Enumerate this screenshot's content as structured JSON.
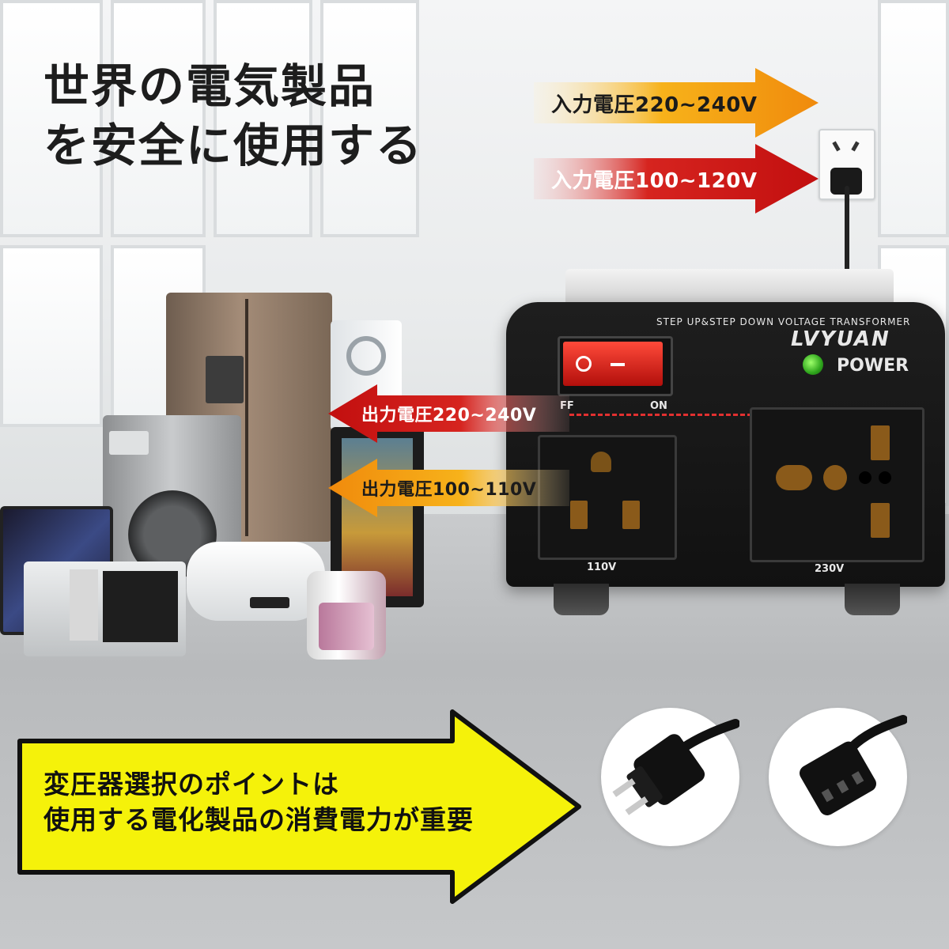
{
  "headline": {
    "line1": "世界の電気製品",
    "line2": "を安全に使用する"
  },
  "input_arrows": [
    {
      "label": "入力電圧220~240V",
      "color": "#f59a12"
    },
    {
      "label": "入力電圧100~120V",
      "color": "#d71a1a"
    }
  ],
  "output_arrows": [
    {
      "label": "出力電圧220~240V",
      "color": "#d71a1a"
    },
    {
      "label": "出力電圧100~110V",
      "color": "#f59a12"
    }
  ],
  "transformer": {
    "model_line": "STEP UP&STEP DOWN VOLTAGE TRANSFORMER",
    "brand": "LVYUAN",
    "power_label": "POWER",
    "switch_off_label": "FF",
    "switch_on_label": "ON",
    "socket_left_label": "110V",
    "socket_right_label": "230V"
  },
  "banner": {
    "line1": "変圧器選択のポイントは",
    "line2": "使用する電化製品の消費電力が重要",
    "arrow_color": "#f5f20a"
  },
  "icons": [
    "two-prong-plug-icon",
    "iec-c13-plug-icon",
    "wall-outlet-icon"
  ]
}
